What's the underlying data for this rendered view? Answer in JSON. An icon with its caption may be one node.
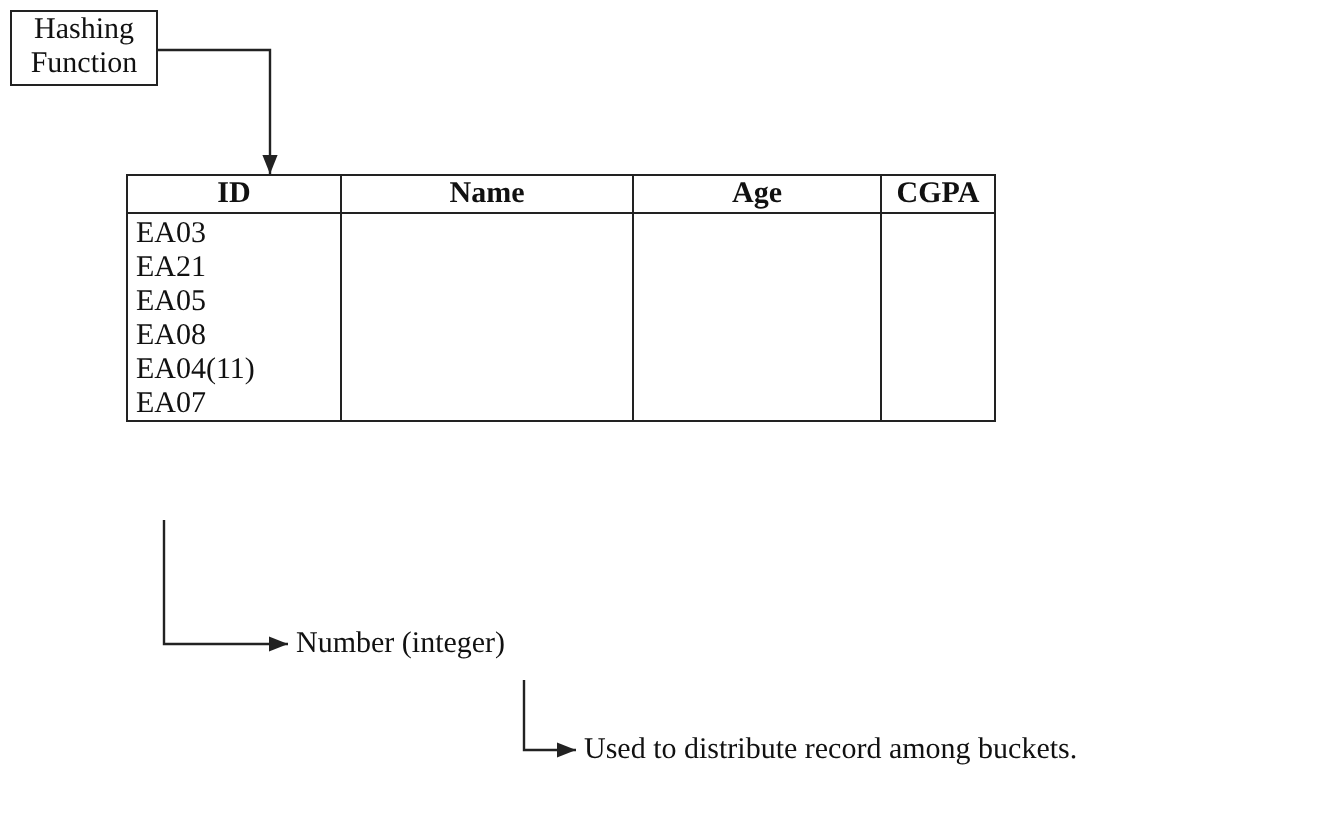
{
  "diagram": {
    "nodes": [
      {
        "text": [
          "Hashing Function"
        ]
      },
      {
        "text": [
          "ID",
          "Name",
          "Age",
          "CGPA",
          "EA03",
          "EA21",
          "EA05",
          "EA08",
          "EA04(11)",
          "EA07"
        ]
      },
      {
        "text": [
          "Number (integer)"
        ]
      },
      {
        "text": [
          "Used to distribute record among buckets."
        ]
      }
    ],
    "edges": [
      {
        "from": 0,
        "to": 1,
        "arrow": "to"
      },
      {
        "from": null,
        "to": 2,
        "arrow": "to"
      },
      {
        "from": 2,
        "to": 3,
        "arrow": "to"
      }
    ]
  }
}
